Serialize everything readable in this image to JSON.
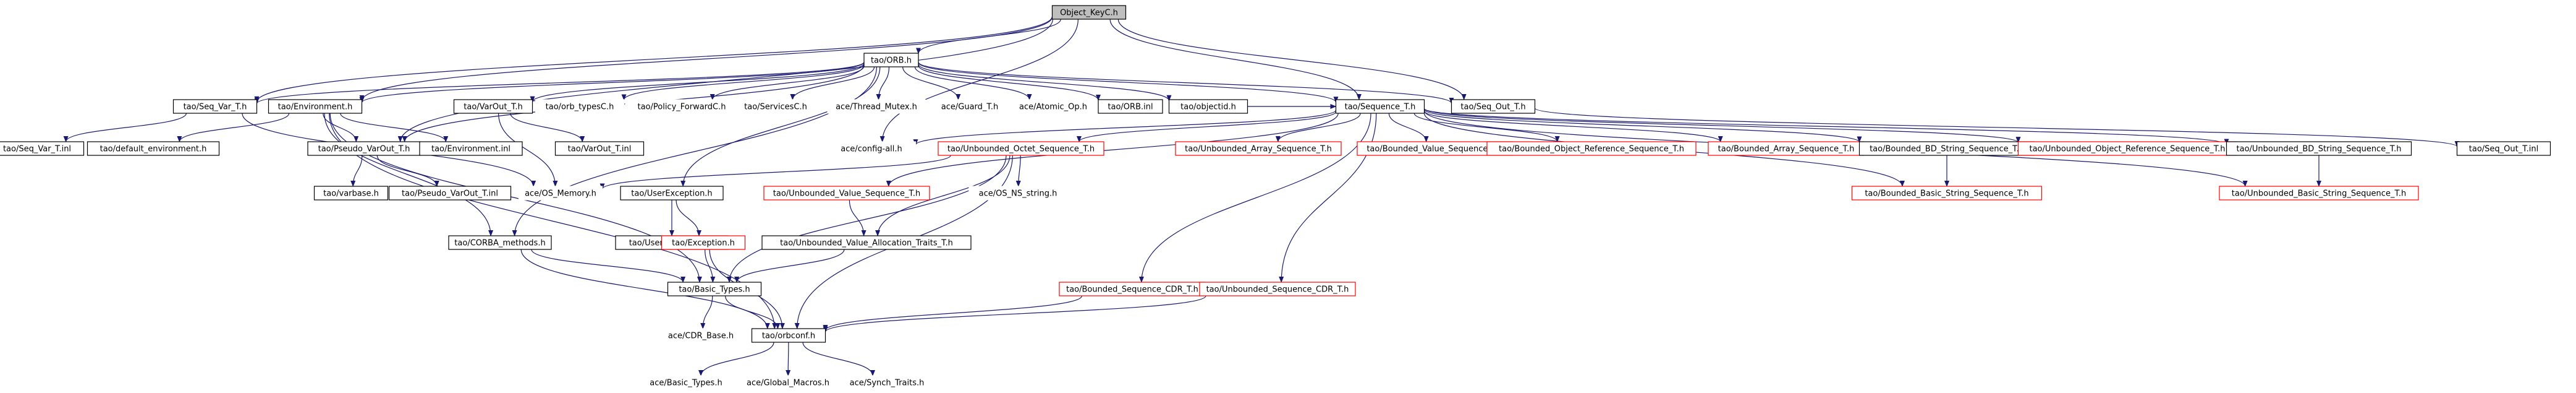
{
  "graph": {
    "nodes": [
      {
        "id": "n_root",
        "label": "Object_KeyC.h",
        "kind": "root"
      },
      {
        "id": "n_orb",
        "label": "tao/ORB.h",
        "kind": "normal"
      },
      {
        "id": "n_seqvar",
        "label": "tao/Seq_Var_T.h",
        "kind": "normal"
      },
      {
        "id": "n_env",
        "label": "tao/Environment.h",
        "kind": "normal"
      },
      {
        "id": "n_varout",
        "label": "tao/VarOut_T.h",
        "kind": "normal"
      },
      {
        "id": "n_orbtypes",
        "label": "tao/orb_typesC.h",
        "kind": "external"
      },
      {
        "id": "n_policyfwd",
        "label": "tao/Policy_ForwardC.h",
        "kind": "external"
      },
      {
        "id": "n_services",
        "label": "tao/ServicesC.h",
        "kind": "external"
      },
      {
        "id": "n_thrmutex",
        "label": "ace/Thread_Mutex.h",
        "kind": "external"
      },
      {
        "id": "n_guard",
        "label": "ace/Guard_T.h",
        "kind": "external"
      },
      {
        "id": "n_atomic",
        "label": "ace/Atomic_Op.h",
        "kind": "external"
      },
      {
        "id": "n_orbinl",
        "label": "tao/ORB.inl",
        "kind": "normal"
      },
      {
        "id": "n_objectid",
        "label": "tao/objectid.h",
        "kind": "normal"
      },
      {
        "id": "n_seqT",
        "label": "tao/Sequence_T.h",
        "kind": "normal"
      },
      {
        "id": "n_seqout",
        "label": "tao/Seq_Out_T.h",
        "kind": "normal"
      },
      {
        "id": "n_seqvarinl",
        "label": "tao/Seq_Var_T.inl",
        "kind": "normal"
      },
      {
        "id": "n_defenv",
        "label": "tao/default_environment.h",
        "kind": "normal"
      },
      {
        "id": "n_psvar",
        "label": "tao/Pseudo_VarOut_T.h",
        "kind": "normal"
      },
      {
        "id": "n_envinl",
        "label": "tao/Environment.inl",
        "kind": "normal"
      },
      {
        "id": "n_varoutinl",
        "label": "tao/VarOut_T.inl",
        "kind": "normal"
      },
      {
        "id": "n_config",
        "label": "ace/config-all.h",
        "kind": "external"
      },
      {
        "id": "n_uos",
        "label": "tao/Unbounded_Octet_Sequence_T.h",
        "kind": "red"
      },
      {
        "id": "n_uarr",
        "label": "tao/Unbounded_Array_Sequence_T.h",
        "kind": "red"
      },
      {
        "id": "n_bval",
        "label": "tao/Bounded_Value_Sequence_T.h",
        "kind": "red"
      },
      {
        "id": "n_bobjref",
        "label": "tao/Bounded_Object_Reference_Sequence_T.h",
        "kind": "red"
      },
      {
        "id": "n_barr",
        "label": "tao/Bounded_Array_Sequence_T.h",
        "kind": "red"
      },
      {
        "id": "n_bbdstr",
        "label": "tao/Bounded_BD_String_Sequence_T.h",
        "kind": "normal"
      },
      {
        "id": "n_uobjref",
        "label": "tao/Unbounded_Object_Reference_Sequence_T.h",
        "kind": "red"
      },
      {
        "id": "n_ubdstr",
        "label": "tao/Unbounded_BD_String_Sequence_T.h",
        "kind": "normal"
      },
      {
        "id": "n_seqoutinl",
        "label": "tao/Seq_Out_T.inl",
        "kind": "normal"
      },
      {
        "id": "n_varbase",
        "label": "tao/varbase.h",
        "kind": "normal"
      },
      {
        "id": "n_psvarinl",
        "label": "tao/Pseudo_VarOut_T.inl",
        "kind": "normal"
      },
      {
        "id": "n_osmem",
        "label": "ace/OS_Memory.h",
        "kind": "external"
      },
      {
        "id": "n_userexc",
        "label": "tao/UserException.h",
        "kind": "normal"
      },
      {
        "id": "n_uval",
        "label": "tao/Unbounded_Value_Sequence_T.h",
        "kind": "red"
      },
      {
        "id": "n_osns",
        "label": "ace/OS_NS_string.h",
        "kind": "external"
      },
      {
        "id": "n_bbasicstr",
        "label": "tao/Bounded_Basic_String_Sequence_T.h",
        "kind": "red"
      },
      {
        "id": "n_ubasicstr",
        "label": "tao/Unbounded_Basic_String_Sequence_T.h",
        "kind": "red"
      },
      {
        "id": "n_corbameth",
        "label": "tao/CORBA_methods.h",
        "kind": "normal"
      },
      {
        "id": "n_userexcinl",
        "label": "tao/UserException.inl",
        "kind": "normal"
      },
      {
        "id": "n_exception",
        "label": "tao/Exception.h",
        "kind": "red"
      },
      {
        "id": "n_uvalalloc",
        "label": "tao/Unbounded_Value_Allocation_Traits_T.h",
        "kind": "normal"
      },
      {
        "id": "n_basictypes",
        "label": "tao/Basic_Types.h",
        "kind": "normal"
      },
      {
        "id": "n_bseqcdr",
        "label": "tao/Bounded_Sequence_CDR_T.h",
        "kind": "red"
      },
      {
        "id": "n_useqcdr",
        "label": "tao/Unbounded_Sequence_CDR_T.h",
        "kind": "red"
      },
      {
        "id": "n_cdrbase",
        "label": "ace/CDR_Base.h",
        "kind": "external"
      },
      {
        "id": "n_orbconf",
        "label": "tao/orbconf.h",
        "kind": "normal"
      },
      {
        "id": "n_acebasic",
        "label": "ace/Basic_Types.h",
        "kind": "external"
      },
      {
        "id": "n_globalmac",
        "label": "ace/Global_Macros.h",
        "kind": "external"
      },
      {
        "id": "n_synch",
        "label": "ace/Synch_Traits.h",
        "kind": "external"
      }
    ],
    "edges": [
      [
        "n_root",
        "n_orb"
      ],
      [
        "n_root",
        "n_seqvar"
      ],
      [
        "n_root",
        "n_env"
      ],
      [
        "n_root",
        "n_psvar"
      ],
      [
        "n_root",
        "n_seqT"
      ],
      [
        "n_root",
        "n_seqout"
      ],
      [
        "n_root",
        "n_config"
      ],
      [
        "n_orb",
        "n_seqvar"
      ],
      [
        "n_orb",
        "n_env"
      ],
      [
        "n_orb",
        "n_varout"
      ],
      [
        "n_orb",
        "n_orbtypes"
      ],
      [
        "n_orb",
        "n_policyfwd"
      ],
      [
        "n_orb",
        "n_services"
      ],
      [
        "n_orb",
        "n_thrmutex"
      ],
      [
        "n_orb",
        "n_guard"
      ],
      [
        "n_orb",
        "n_atomic"
      ],
      [
        "n_orb",
        "n_orbinl"
      ],
      [
        "n_orb",
        "n_objectid"
      ],
      [
        "n_orb",
        "n_seqT"
      ],
      [
        "n_orb",
        "n_seqout"
      ],
      [
        "n_orb",
        "n_userexc"
      ],
      [
        "n_orb",
        "n_corbameth"
      ],
      [
        "n_orb",
        "n_psvar"
      ],
      [
        "n_seqvar",
        "n_seqvarinl"
      ],
      [
        "n_seqvar",
        "n_osmem"
      ],
      [
        "n_env",
        "n_defenv"
      ],
      [
        "n_env",
        "n_psvar"
      ],
      [
        "n_env",
        "n_envinl"
      ],
      [
        "n_env",
        "n_corbameth"
      ],
      [
        "n_env",
        "n_basictypes"
      ],
      [
        "n_env",
        "n_orbconf"
      ],
      [
        "n_varout",
        "n_varoutinl"
      ],
      [
        "n_varout",
        "n_osmem"
      ],
      [
        "n_psvar",
        "n_varbase"
      ],
      [
        "n_psvar",
        "n_psvarinl"
      ],
      [
        "n_objectid",
        "n_seqT"
      ],
      [
        "n_seqT",
        "n_config"
      ],
      [
        "n_seqT",
        "n_uos"
      ],
      [
        "n_seqT",
        "n_uarr"
      ],
      [
        "n_seqT",
        "n_bval"
      ],
      [
        "n_seqT",
        "n_bobjref"
      ],
      [
        "n_seqT",
        "n_barr"
      ],
      [
        "n_seqT",
        "n_bbdstr"
      ],
      [
        "n_seqT",
        "n_uobjref"
      ],
      [
        "n_seqT",
        "n_ubdstr"
      ],
      [
        "n_seqT",
        "n_uval"
      ],
      [
        "n_seqT",
        "n_bbasicstr"
      ],
      [
        "n_seqT",
        "n_ubasicstr"
      ],
      [
        "n_seqT",
        "n_bseqcdr"
      ],
      [
        "n_seqT",
        "n_useqcdr"
      ],
      [
        "n_seqout",
        "n_seqoutinl"
      ],
      [
        "n_uos",
        "n_osmem"
      ],
      [
        "n_uos",
        "n_osns"
      ],
      [
        "n_uos",
        "n_uvalalloc"
      ],
      [
        "n_uos",
        "n_basictypes"
      ],
      [
        "n_uos",
        "n_orbconf"
      ],
      [
        "n_uval",
        "n_uvalalloc"
      ],
      [
        "n_bbdstr",
        "n_bbasicstr"
      ],
      [
        "n_ubdstr",
        "n_ubasicstr"
      ],
      [
        "n_userexc",
        "n_userexcinl"
      ],
      [
        "n_userexc",
        "n_exception"
      ],
      [
        "n_exception",
        "n_basictypes"
      ],
      [
        "n_exception",
        "n_orbconf"
      ],
      [
        "n_corbameth",
        "n_basictypes"
      ],
      [
        "n_corbameth",
        "n_orbconf"
      ],
      [
        "n_uvalalloc",
        "n_basictypes"
      ],
      [
        "n_basictypes",
        "n_cdrbase"
      ],
      [
        "n_basictypes",
        "n_orbconf"
      ],
      [
        "n_bseqcdr",
        "n_orbconf"
      ],
      [
        "n_useqcdr",
        "n_orbconf"
      ],
      [
        "n_orbconf",
        "n_acebasic"
      ],
      [
        "n_orbconf",
        "n_globalmac"
      ],
      [
        "n_orbconf",
        "n_synch"
      ]
    ]
  },
  "colors": {
    "edge": "#191970",
    "root_fill": "#bfbfbf",
    "normal_border": "#000000",
    "red_border": "#ff0000",
    "external_border": "#ffffff"
  }
}
